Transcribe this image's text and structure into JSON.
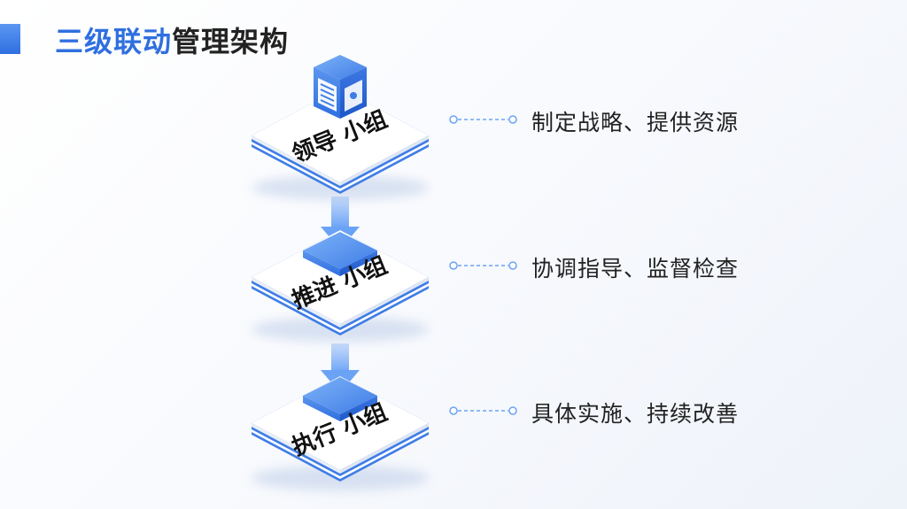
{
  "title": {
    "highlight": "三级联动",
    "rest": "管理架构"
  },
  "levels": [
    {
      "label": "领导 小组",
      "description": "制定战略、提供资源",
      "icon": "building-icon"
    },
    {
      "label": "推进 小组",
      "description": "协调指导、监督检查",
      "icon": "blue-block-icon"
    },
    {
      "label": "执行 小组",
      "description": "具体实施、持续改善",
      "icon": "blue-block-icon"
    }
  ],
  "colors": {
    "accent": "#2f6fe0",
    "accent_light": "#6aa3f5",
    "platform_top": "#ffffff",
    "platform_edge": "#3f7de6",
    "text": "#222222"
  }
}
